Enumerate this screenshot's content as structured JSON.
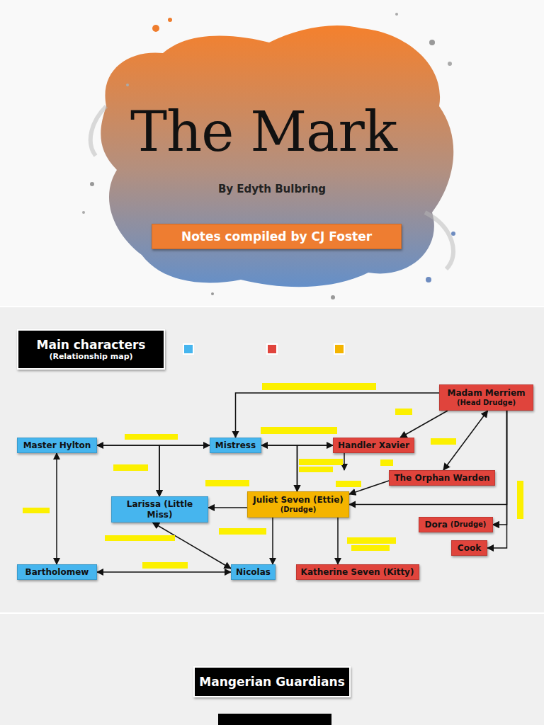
{
  "diagram": {
    "title": "The Mark",
    "nodes": [
      {
        "text": [
          "Notes compiled by CJ Foster"
        ]
      },
      {
        "text": [
          "Main characters",
          "(Relationship map)"
        ]
      },
      {
        "text": [
          "Madam Merriem",
          "(Head Drudge)"
        ]
      },
      {
        "text": [
          "Master Hylton"
        ]
      },
      {
        "text": [
          "Mistress"
        ]
      },
      {
        "text": [
          "Handler Xavier"
        ]
      },
      {
        "text": [
          "The Orphan Warden"
        ]
      },
      {
        "text": [
          "Larissa (Little Miss)"
        ]
      },
      {
        "text": [
          "Juliet Seven (Ettie)",
          "(Drudge)"
        ]
      },
      {
        "text": [
          "Dora",
          "(Drudge)"
        ]
      },
      {
        "text": [
          "Cook"
        ]
      },
      {
        "text": [
          "Bartholomew"
        ]
      },
      {
        "text": [
          "Nicolas"
        ]
      },
      {
        "text": [
          "Katherine Seven (Kitty)"
        ]
      },
      {
        "text": [
          "Mangerian Guardians"
        ]
      }
    ],
    "edges": [
      {
        "from": 2,
        "to": 4,
        "arrow": "to"
      },
      {
        "from": 2,
        "to": 5,
        "arrow": "to"
      },
      {
        "from": 2,
        "to": 6,
        "arrow": "both"
      },
      {
        "from": 2,
        "to": 8,
        "arrow": "to"
      },
      {
        "from": 2,
        "to": 9,
        "arrow": "to"
      },
      {
        "from": 2,
        "to": 10,
        "arrow": "to"
      },
      {
        "from": 3,
        "to": 4,
        "arrow": "both"
      },
      {
        "from": 3,
        "to": 7,
        "arrow": "to"
      },
      {
        "from": 4,
        "to": 7,
        "arrow": "to"
      },
      {
        "from": 4,
        "to": 5,
        "arrow": "both"
      },
      {
        "from": 4,
        "to": 8,
        "arrow": "to"
      },
      {
        "from": 5,
        "to": 8,
        "arrow": "to"
      },
      {
        "from": 5,
        "to": 6,
        "arrow": "to"
      },
      {
        "from": 6,
        "to": 8,
        "arrow": "to"
      },
      {
        "from": 8,
        "to": 7,
        "arrow": "to"
      },
      {
        "from": 8,
        "to": 12,
        "arrow": "to"
      },
      {
        "from": 8,
        "to": 13,
        "arrow": "to"
      },
      {
        "from": 7,
        "to": 12,
        "arrow": "both"
      },
      {
        "from": 3,
        "to": 11,
        "arrow": "both"
      },
      {
        "from": 11,
        "to": 12,
        "arrow": "both"
      }
    ],
    "labels": [
      "By Edyth Bulbring"
    ]
  }
}
